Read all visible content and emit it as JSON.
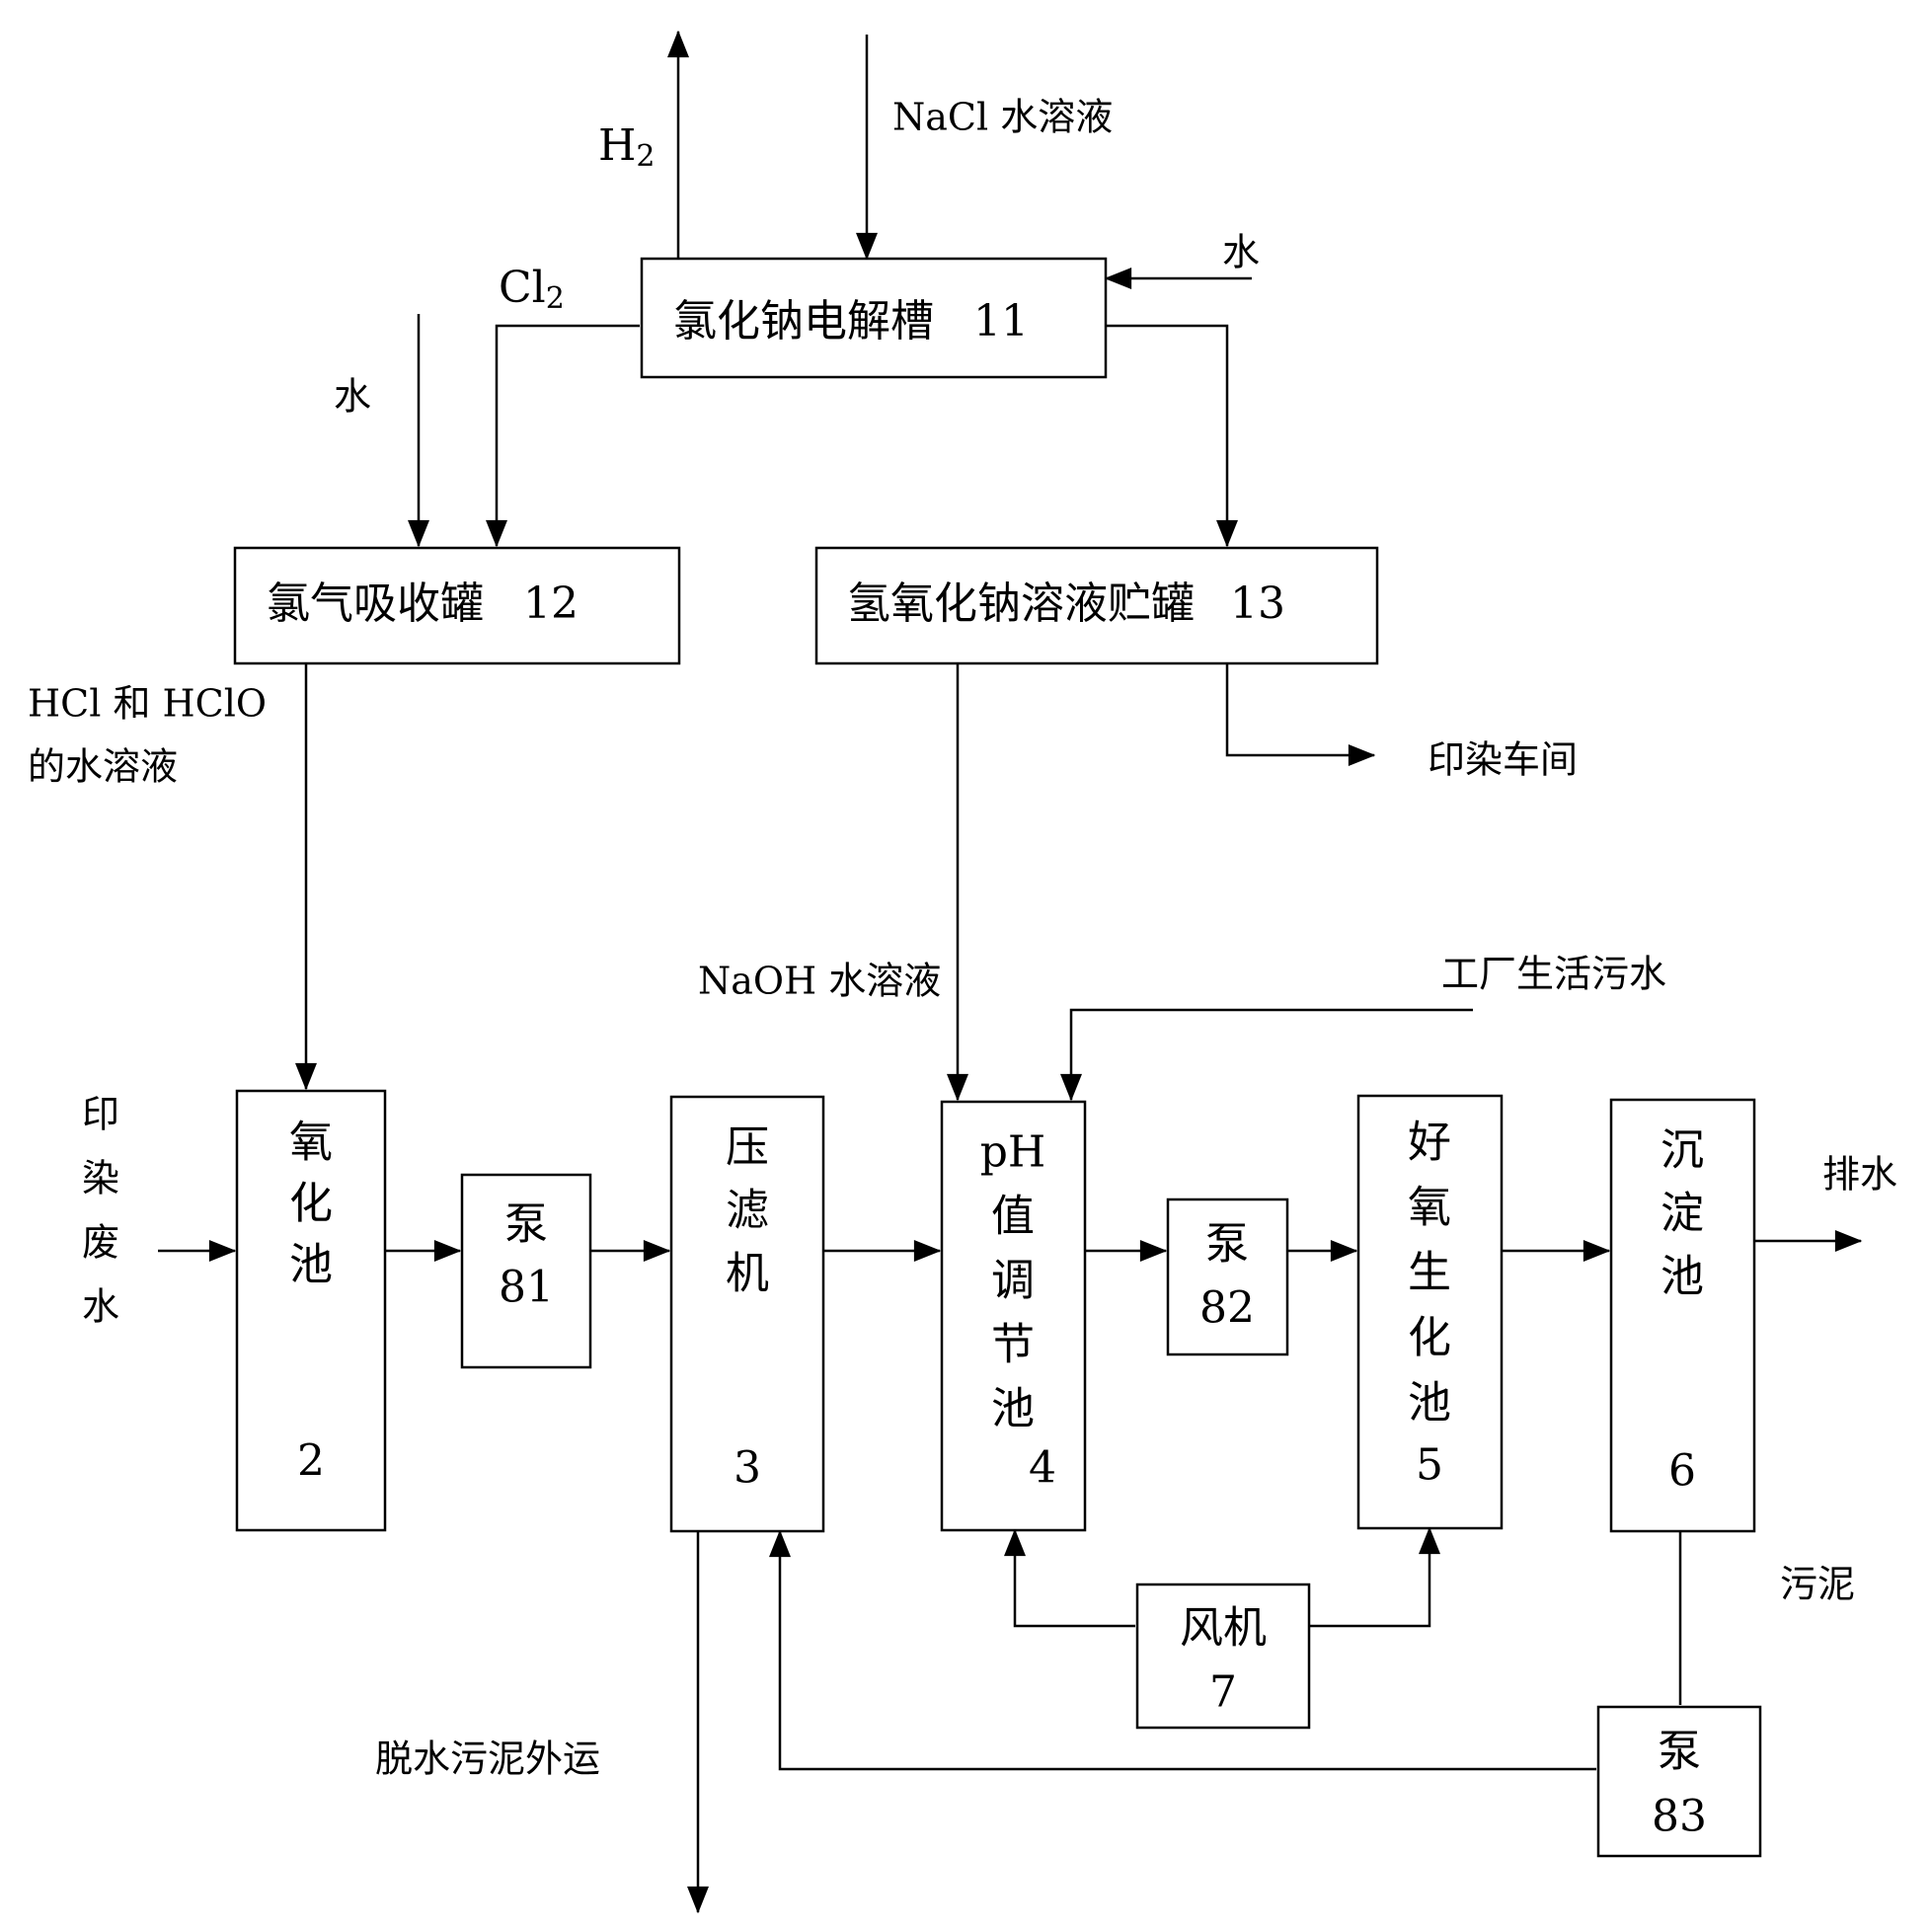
{
  "colors": {
    "stroke": "#000000",
    "background": "#ffffff"
  },
  "boxes": {
    "electrolyzer": {
      "name": "氯化钠电解槽",
      "num": "11"
    },
    "chlorine_absorber": {
      "name": "氯气吸收罐",
      "num": "12"
    },
    "naoh_tank": {
      "name": "氢氧化钠溶液贮罐",
      "num": "13"
    },
    "oxidation_pool": {
      "chars": [
        "氧",
        "化",
        "池"
      ],
      "num": "2"
    },
    "pump81": {
      "name": "泵",
      "num": "81"
    },
    "filter_press": {
      "chars": [
        "压",
        "滤",
        "机"
      ],
      "num": "3"
    },
    "ph_pool": {
      "line1": "pH",
      "chars": [
        "值",
        "调",
        "节",
        "池"
      ],
      "num": "4"
    },
    "pump82": {
      "name": "泵",
      "num": "82"
    },
    "aerobic_pool": {
      "chars": [
        "好",
        "氧",
        "生",
        "化",
        "池"
      ],
      "num": "5"
    },
    "settling_pool": {
      "chars": [
        "沉",
        "淀",
        "池"
      ],
      "num": "6"
    },
    "blower": {
      "name": "风机",
      "num": "7"
    },
    "pump83": {
      "name": "泵",
      "num": "83"
    }
  },
  "labels": {
    "h2_base": "H",
    "h2_sub": "2",
    "nacl_solution": "NaCl 水溶液",
    "water_to_electrolyzer": "水",
    "cl2_base": "Cl",
    "cl2_sub": "2",
    "water_to_absorber": "水",
    "hcl_hclo_line1": "HCl 和 HClO",
    "hcl_hclo_line2": "的水溶液",
    "dyeing_workshop": "印染车间",
    "naoh_solution": "NaOH 水溶液",
    "factory_sewage": "工厂生活污水",
    "wastewater_chars": [
      "印",
      "染",
      "废",
      "水"
    ],
    "discharge": "排水",
    "sludge": "污泥",
    "sludge_export": "脱水污泥外运"
  }
}
